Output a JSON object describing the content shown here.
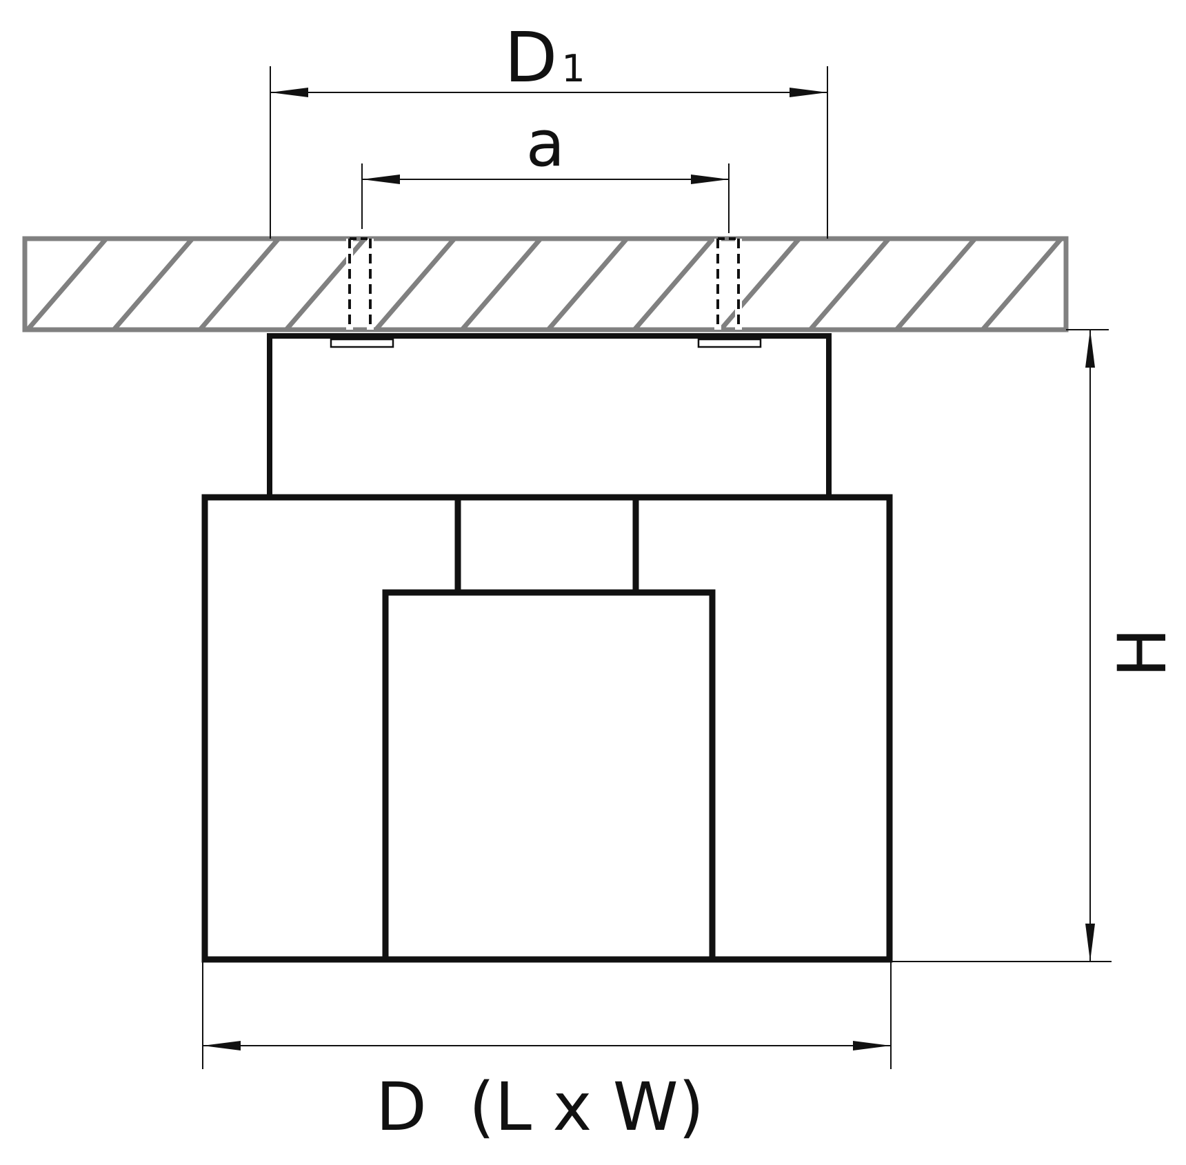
{
  "labels": {
    "d1_main": "D",
    "d1_sub": "1",
    "a": "a",
    "h": "H",
    "d_main": "D",
    "d_paren": "(L x W)"
  },
  "colors": {
    "line": "#111111",
    "ceiling": "#808080",
    "background": "#ffffff"
  }
}
